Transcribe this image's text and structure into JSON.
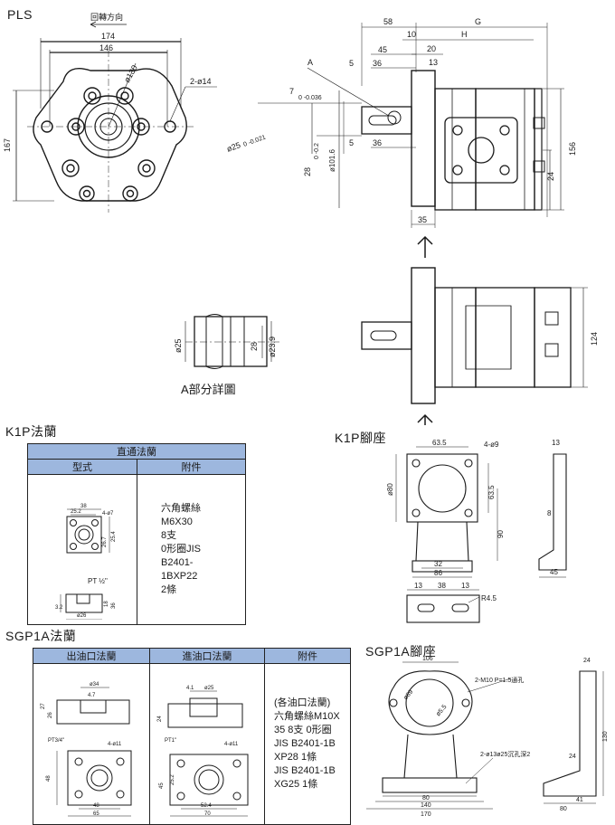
{
  "pls": {
    "title": "PLS",
    "rotation": "回轉方向",
    "dim_174": "174",
    "dim_146": "146",
    "dim_130": "ø130",
    "dim_2d14": "2-ø14",
    "dim_167": "167",
    "dim_a": "A",
    "dim_7": "7",
    "dim_7_tol": "0 -0.036",
    "dim_25": "ø25",
    "dim_25_tol": "0 -0.021",
    "dim_28": "28",
    "dim_28_tol": "0 -0.2",
    "dim_101": "ø101.6",
    "dim_58": "58",
    "dim_g": "G",
    "dim_10": "10",
    "dim_h": "H",
    "dim_45": "45",
    "dim_20": "20",
    "dim_5a": "5",
    "dim_36a": "36",
    "dim_13": "13",
    "dim_5b": "5",
    "dim_36b": "36",
    "dim_24": "24",
    "dim_156": "156",
    "dim_35": "35",
    "dim_124": "124"
  },
  "detail_a": {
    "caption": "A部分詳圖",
    "dim_25": "ø25",
    "dim_28": "28",
    "dim_239": "ø23.9"
  },
  "k1p_flange": {
    "title": "K1P法蘭",
    "header": "直通法蘭",
    "col1": "型式",
    "col2": "附件",
    "notes": "六角螺絲\nM6X30\n8支\n0形圈JIS\nB2401-\n1BXP22\n2條",
    "d38": "38",
    "d252": "25.2",
    "d47": "4-ø7",
    "d2667": "26.7",
    "d254": "25.4",
    "dpt": "PT ½\"",
    "d32": "3.2",
    "d26": "ø26",
    "d18": "18",
    "d36": "36"
  },
  "k1p_foot": {
    "title": "K1P腳座",
    "d635a": "63.5",
    "d49": "4-ø9",
    "d13": "13",
    "d80": "ø80",
    "d635b": "63.5",
    "d90": "90",
    "d8": "8",
    "d32": "32",
    "d86": "86",
    "d45": "45",
    "d13b": "13",
    "d38": "38",
    "d13c": "13",
    "r45": "R4.5"
  },
  "sgp1a_flange": {
    "title": "SGP1A法蘭",
    "col1": "出油口法蘭",
    "col2": "進油口法蘭",
    "col3": "附件",
    "notes": "(各油口法蘭)\n六角螺絲M10X\n35 8支 0形圈\nJIS B2401-1B\nXP28 1條\nJIS B2401-1B\nXG25 1條",
    "o34": "ø34",
    "o47": "4.7",
    "o27": "27",
    "o26": "26",
    "opt": "PT3/4\"",
    "o411": "4-ø11",
    "o48a": "48",
    "o48b": "48",
    "o65": "65",
    "i41": "4.1",
    "i25": "ø25",
    "i24": "24",
    "ipt": "PT1\"",
    "i411": "4-ø11",
    "i252": "25.2",
    "i45": "45",
    "i524": "52.4",
    "i70": "70"
  },
  "sgp1a_foot": {
    "title": "SGP1A腳座",
    "d106": "106",
    "d24": "24",
    "d2m10": "2-M10 P=1.5通孔",
    "d89": "ø89",
    "d5": "ø5.5",
    "d2013": "2-ø13ø25沉孔深2",
    "d130": "130",
    "d24b": "24",
    "d80a": "80",
    "d140": "140",
    "d170": "170",
    "d41": "41",
    "d80b": "80"
  }
}
